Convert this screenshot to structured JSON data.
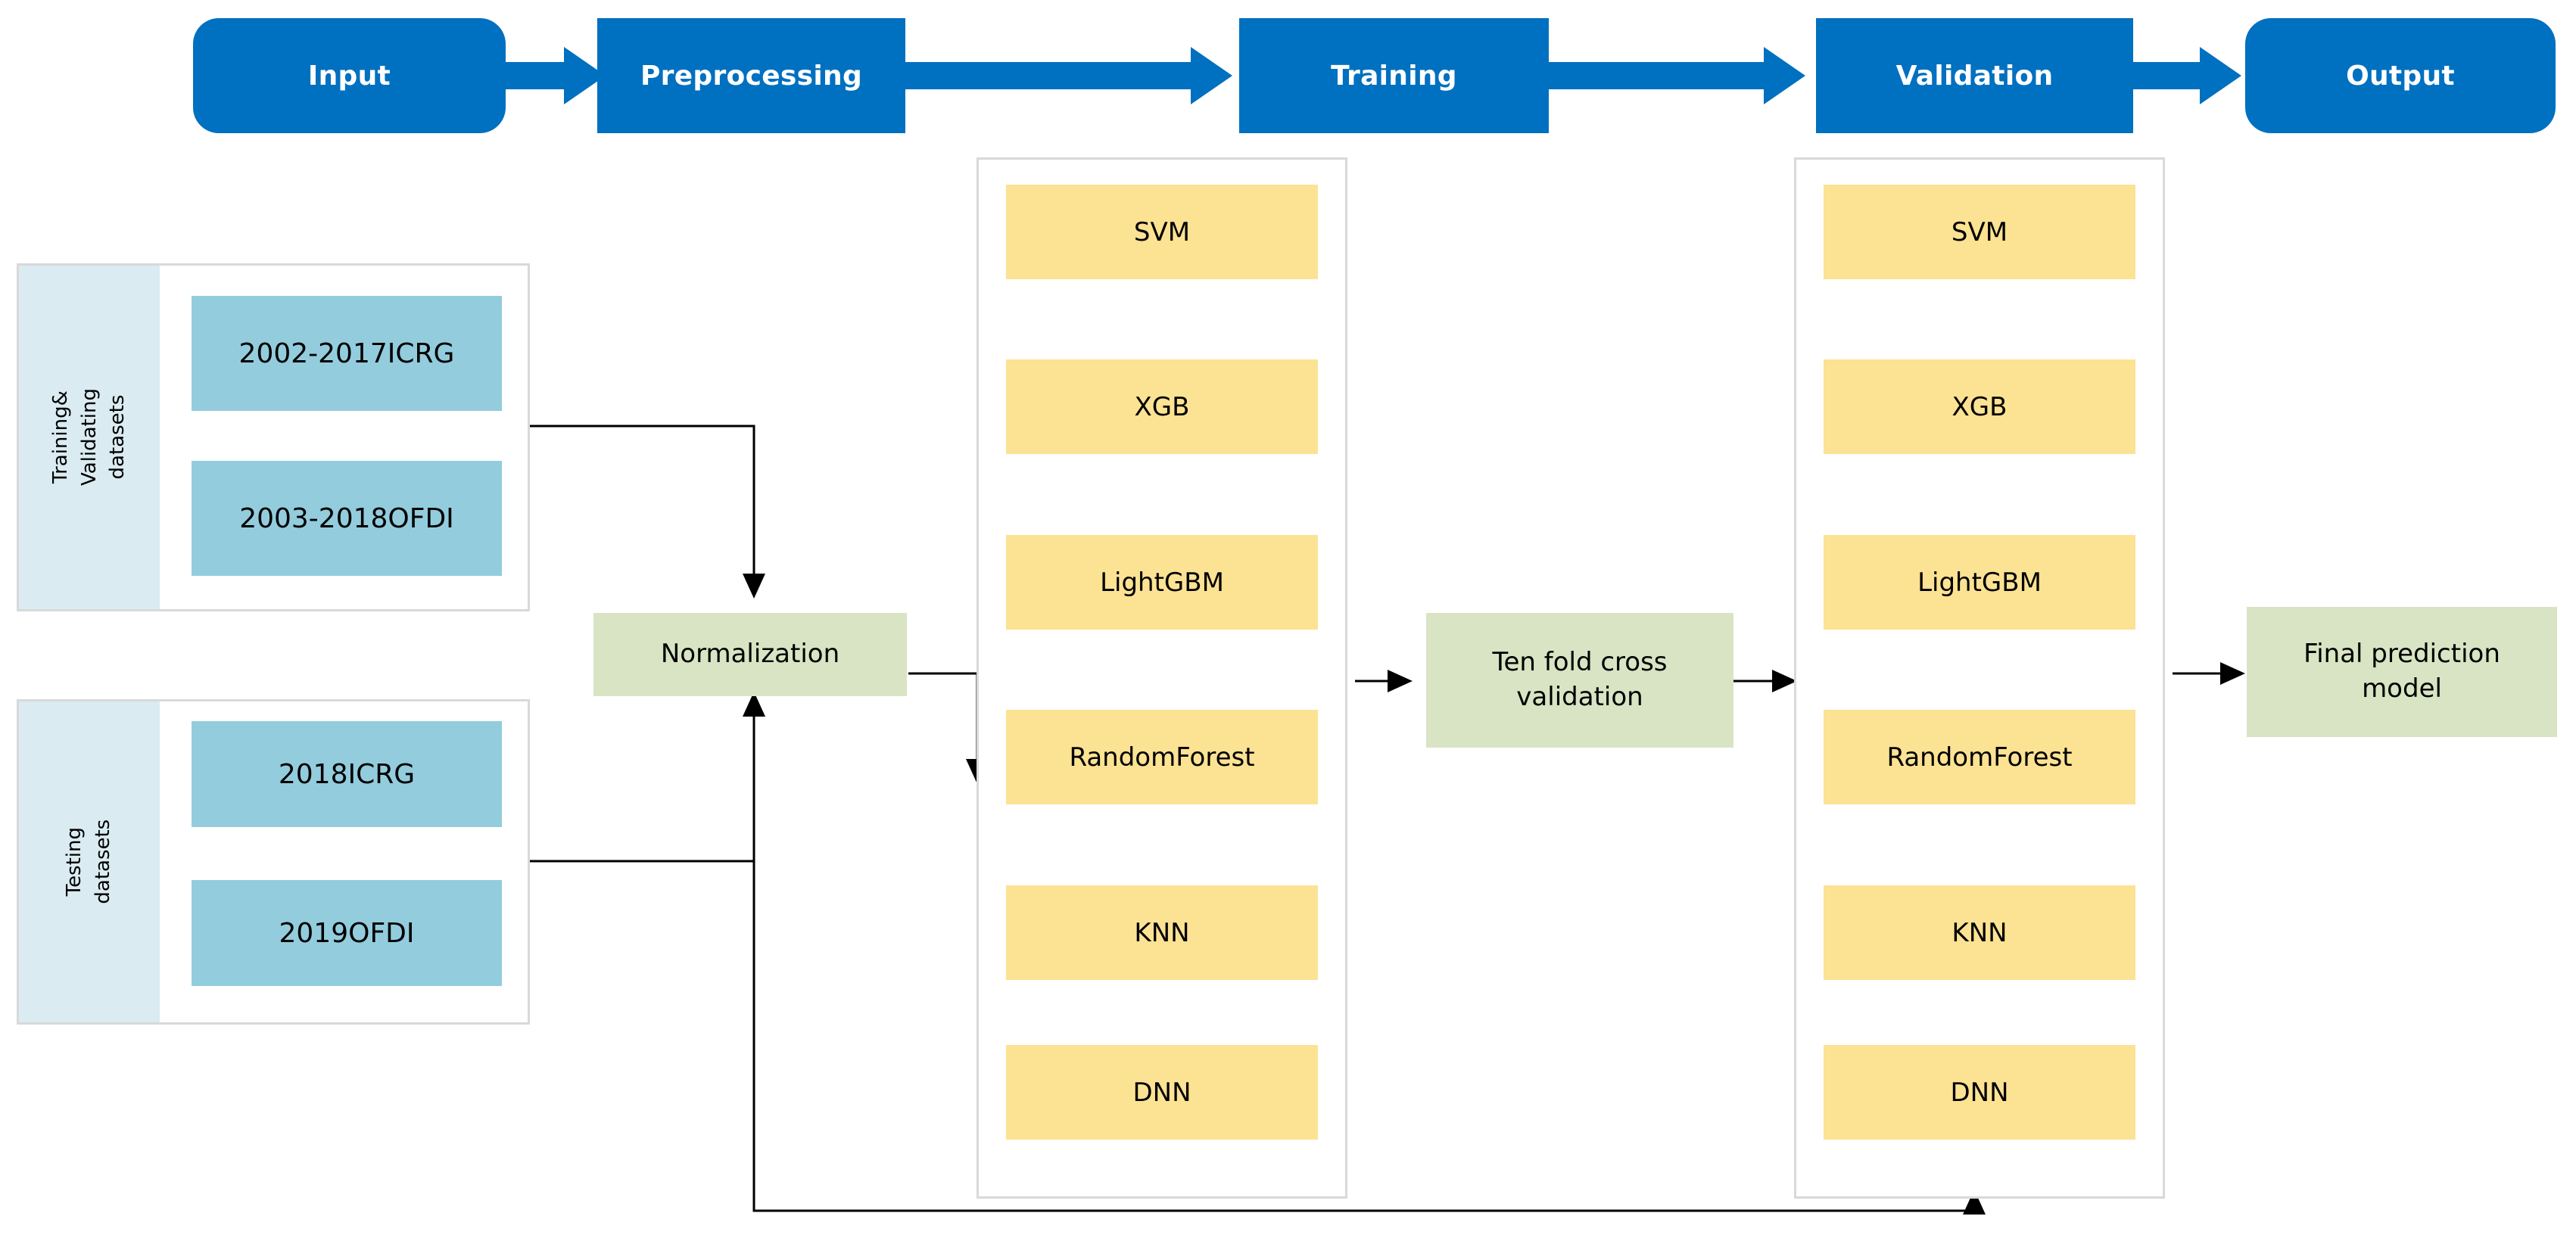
{
  "pipeline": {
    "steps": [
      {
        "label": "Input",
        "shape": "rounded"
      },
      {
        "label": "Preprocessing",
        "shape": "rect"
      },
      {
        "label": "Training",
        "shape": "rect"
      },
      {
        "label": "Validation",
        "shape": "rect"
      },
      {
        "label": "Output",
        "shape": "rounded"
      }
    ],
    "arrow_color": "#0070C0",
    "box_color": "#0070C0",
    "text_color": "#FFFFFF"
  },
  "datasets": {
    "groups": [
      {
        "side_label": "Training&\nValidating\ndatasets",
        "side_label_line1": "Training&",
        "side_label_line2": "Validating",
        "side_label_line3": "datasets",
        "items": [
          "2002-2017ICRG",
          "2003-2018OFDI"
        ]
      },
      {
        "side_label": "Testing\ndatasets",
        "side_label_line1": "Testing",
        "side_label_line2": "datasets",
        "side_label_line3": "",
        "items": [
          "2018ICRG",
          "2019OFDI"
        ]
      }
    ],
    "side_color": "#DAEBF2",
    "cell_color": "#93CDDD"
  },
  "normalization": {
    "label": "Normalization"
  },
  "cross_validation": {
    "label_line1": "Ten fold cross",
    "label_line2": "validation"
  },
  "final_model": {
    "label_line1": "Final prediction",
    "label_line2": "model"
  },
  "algorithms": {
    "training_panel": [
      "SVM",
      "XGB",
      "LightGBM",
      "RandomForest",
      "KNN",
      "DNN"
    ],
    "validation_panel": [
      "SVM",
      "XGB",
      "LightGBM",
      "RandomForest",
      "KNN",
      "DNN"
    ],
    "box_color": "#FCE293",
    "panel_border": "#D9D9D9"
  },
  "colors": {
    "blue": "#0070C0",
    "yellow": "#FCE293",
    "green": "#D8E4C3",
    "cyan": "#93CDDD",
    "light_blue": "#DAEBF2",
    "connector": "#000000"
  }
}
